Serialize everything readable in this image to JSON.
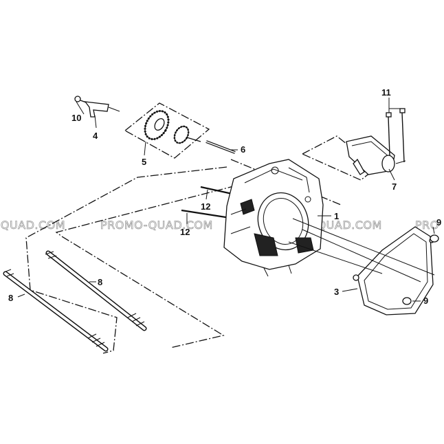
{
  "watermark": {
    "segments": [
      "-QUAD.COM",
      "PROMO-QUAD.COM",
      "PROMO-QUAD.COM",
      "PRO"
    ]
  },
  "callouts": [
    {
      "id": "c1",
      "text": "1"
    },
    {
      "id": "c3",
      "text": "3"
    },
    {
      "id": "c4",
      "text": "4"
    },
    {
      "id": "c5",
      "text": "5"
    },
    {
      "id": "c6",
      "text": "6"
    },
    {
      "id": "c7",
      "text": "7"
    },
    {
      "id": "c8a",
      "text": "8"
    },
    {
      "id": "c8b",
      "text": "8"
    },
    {
      "id": "c9a",
      "text": "9"
    },
    {
      "id": "c9b",
      "text": "9"
    },
    {
      "id": "c10",
      "text": "10"
    },
    {
      "id": "c11",
      "text": "11"
    },
    {
      "id": "c12a",
      "text": "12"
    },
    {
      "id": "c12b",
      "text": "12"
    }
  ],
  "colors": {
    "line": "#111111",
    "watermark": "#9a9a9a",
    "background": "#ffffff"
  }
}
